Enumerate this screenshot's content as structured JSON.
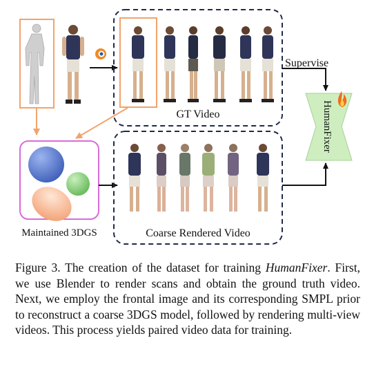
{
  "figure": {
    "gt_video_label": "GT Video",
    "coarse_video_label": "Coarse Rendered Video",
    "maintained_label": "Maintained 3DGS",
    "supervise_label": "Supervise",
    "humanfixer_label": "HumanFixer",
    "colors": {
      "orange": "#f2a36b",
      "pink": "#d96bd9",
      "navy": "#1f2a4a",
      "fixer_green": "#cfeec0",
      "sphere_blue": "#5577cc",
      "sphere_green": "#77cc66",
      "sphere_peach": "#f6b48e"
    },
    "icons": [
      "mannequin-scan",
      "person-photo",
      "blender-icon",
      "flame-icon"
    ]
  },
  "caption": {
    "prefix": "Figure 3.  The creation of the dataset for training ",
    "emphasis": "HumanFixer",
    "suffix": ". First, we use Blender to render scans and obtain the ground truth video. Next, we employ the frontal image and its corresponding SMPL prior to reconstruct a coarse 3DGS model, followed by rendering multi-view videos. This process yields paired video data for training."
  }
}
